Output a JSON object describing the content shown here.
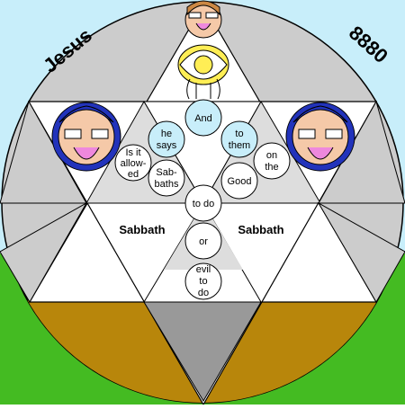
{
  "labels": {
    "left_arc": "Jesus",
    "right_arc": "8880",
    "sabbath_left": "Sabbath",
    "sabbath_right": "Sabbath"
  },
  "words": {
    "and": "And",
    "he_says": [
      "he",
      "says"
    ],
    "to_them": [
      "to",
      "them"
    ],
    "is_it_allowed": [
      "Is it",
      "allow-",
      "ed"
    ],
    "sabbaths": [
      "Sab-",
      "baths"
    ],
    "good": "Good",
    "on_the": [
      "on",
      "the"
    ],
    "to_do": "to do",
    "or": "or",
    "evil_to_do": [
      "evil",
      "to",
      "do"
    ]
  },
  "colors": {
    "sky": "#c8eefa",
    "circle_fill": "#cccccc",
    "grass": "#44bb22",
    "earth": "#b8860b",
    "center_gray": "#999999",
    "blue_highlight": "#c8eefa",
    "face_blue": "#2233bb",
    "face_skin": "#f5c9a8",
    "face_pink": "#ee88dd",
    "sun_yellow": "#ffee55"
  },
  "icons": [
    "face-icon-top",
    "face-icon-left",
    "face-icon-right",
    "sun-icon"
  ]
}
